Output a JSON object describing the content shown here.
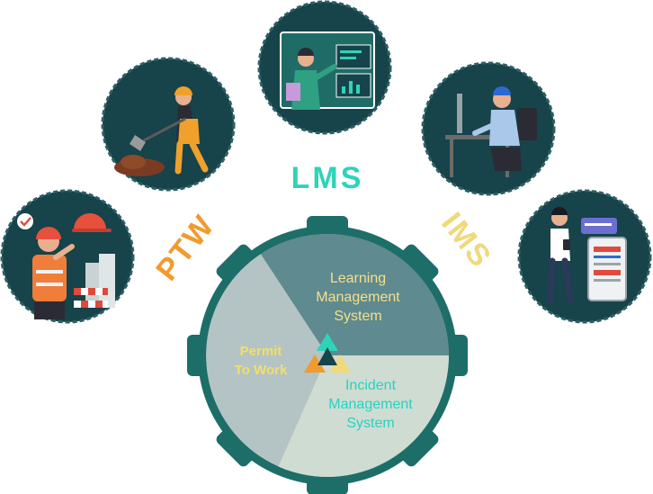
{
  "arc_labels": {
    "ptw": "PTW",
    "lms": "LMS",
    "ims": "IMS"
  },
  "segments": {
    "learning": {
      "line1": "Learning",
      "line2": "Management",
      "line3": "System"
    },
    "permit": {
      "line1": "Permit",
      "line2": "To Work"
    },
    "incident": {
      "line1": "Incident",
      "line2": "Management",
      "line3": "System"
    }
  },
  "colors": {
    "gear_rim": "#1d6e68",
    "circle_bg": "#17434a",
    "learning_fill": "#5f8a8f",
    "permit_fill": "#b4c3c3",
    "incident_fill": "#cfdcd2",
    "ptw_orange": "#f29a2e",
    "lms_teal": "#2fd3b8",
    "ims_yellow": "#f0d97a",
    "learning_text": "#f3e08a",
    "permit_text": "#f4df67",
    "incident_text": "#27d2c0"
  },
  "icons": [
    "construction-worker-icon",
    "digging-worker-icon",
    "presenter-lms-icon",
    "office-worker-desk-icon",
    "mobile-app-user-icon",
    "recycle-logo-icon"
  ]
}
